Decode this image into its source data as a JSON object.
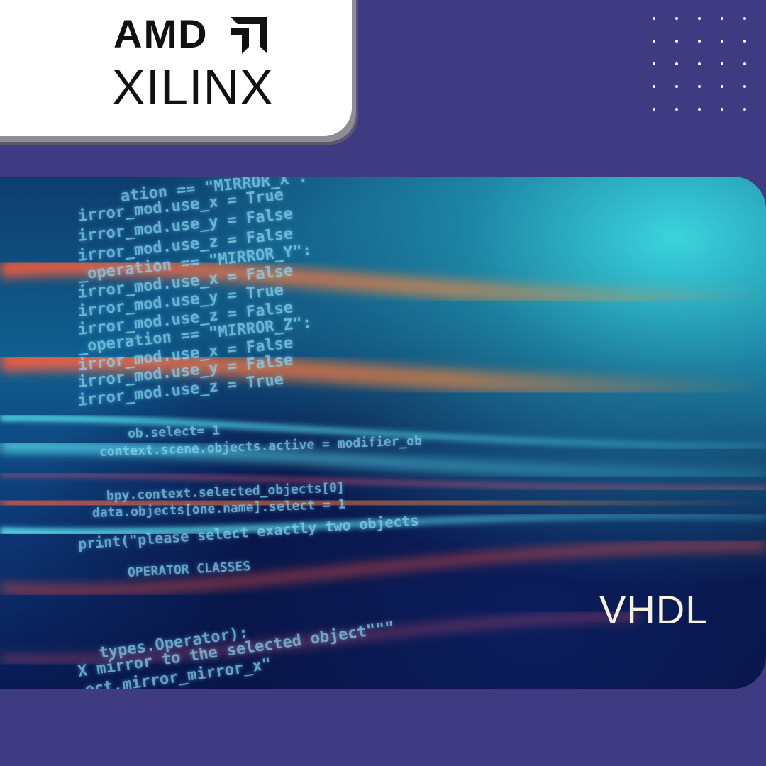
{
  "logo": {
    "brand_top": "AMD",
    "brand_bottom": "XILINX",
    "arrow_icon": "amd-arrow-icon"
  },
  "hero": {
    "code_lines": [
      "ation == \"MIRROR_X\":",
      "irror_mod.use_x = True",
      "irror_mod.use_y = False",
      "irror_mod.use_z = False",
      "_operation == \"MIRROR_Y\":",
      "irror_mod.use_x = False",
      "irror_mod.use_y = True",
      "irror_mod.use_z = False",
      "_operation == \"MIRROR_Z\":",
      "irror_mod.use_x = False",
      "irror_mod.use_y = False",
      "irror_mod.use_z = True",
      "ob.select= 1",
      "context.scene.objects.active = modifier_ob",
      "bpy.context.selected_objects[0]",
      "data.objects[one.name].select = 1",
      "print(\"please select exactly two objects",
      "OPERATOR CLASSES",
      "types.Operator):",
      "X mirror to the selected object\"\"\"",
      "ect.mirror_mirror_x\""
    ],
    "title": "VHDL"
  },
  "colors": {
    "background": "#3e3b82",
    "card": "#ffffff",
    "title": "#f5f3e0"
  }
}
